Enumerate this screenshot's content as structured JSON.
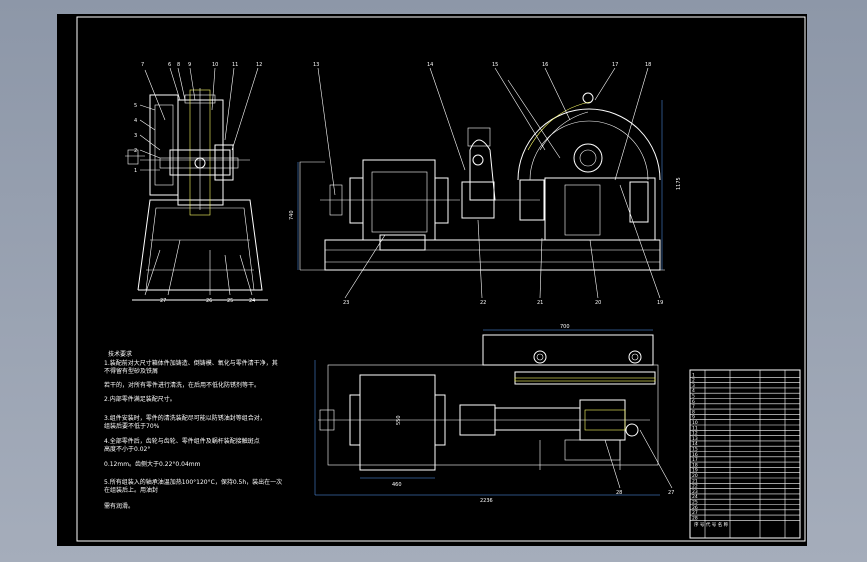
{
  "drawing": {
    "background": "#000000",
    "line_color": "#ffffff",
    "hatch_color": "#ffff66",
    "dimension_color": "#5aa0ff"
  },
  "side_view": {
    "part_labels_top": [
      "7",
      "6",
      "8",
      "9",
      "10",
      "11",
      "12"
    ],
    "part_labels_left": [
      "5",
      "4",
      "3",
      "2",
      "1"
    ],
    "part_labels_bottom": [
      "27",
      "26",
      "25",
      "24"
    ]
  },
  "front_view": {
    "part_labels_top": [
      "13",
      "14",
      "15",
      "16",
      "17",
      "18"
    ],
    "part_labels_bottom": [
      "23",
      "22",
      "21",
      "20",
      "19"
    ],
    "dim_right": "1175",
    "dim_left": "740"
  },
  "top_view": {
    "dim_top": "700",
    "dim_bottom_inner": "460",
    "dim_bottom_total": "2236",
    "dim_left": "550",
    "part_labels": [
      "28",
      "27"
    ]
  },
  "notes": [
    "技术要求",
    "1.装配前对大尺寸箱体件加铸造、倒铸模、氧化与零件清干净，其",
    "不得留有型砂及铁屑",
    "  若干的，对所有零件进行清洗，在后用不低化防锈剂等干。",
    "2.内部零件满足装配尺寸。",
    "3.组件安装时，零件的清洗装配尽可能以防锈油封等组合对，",
    "  组装后要不低于70%",
    "4.全部零件后，齿轮与齿轮、零件组件及蜗杆装配接触斑点",
    "  高度不小于0.02°",
    "  0.12mm。齿侧大于0.22°0.04mm",
    "5.所有组装入的轴承油温加热100°120°C，保持0.5h，装出在一次",
    "  在组装后上。用油封",
    "  需有润滑。"
  ],
  "title_block": {
    "rows": [
      "1",
      "2",
      "3",
      "4",
      "5",
      "6",
      "7",
      "8",
      "9",
      "10",
      "11",
      "12",
      "13",
      "14",
      "15",
      "16",
      "17",
      "18",
      "19",
      "20",
      "21",
      "22",
      "23",
      "24",
      "25",
      "26",
      "27",
      "28"
    ],
    "footer": "序 号 代 号 名 称"
  }
}
